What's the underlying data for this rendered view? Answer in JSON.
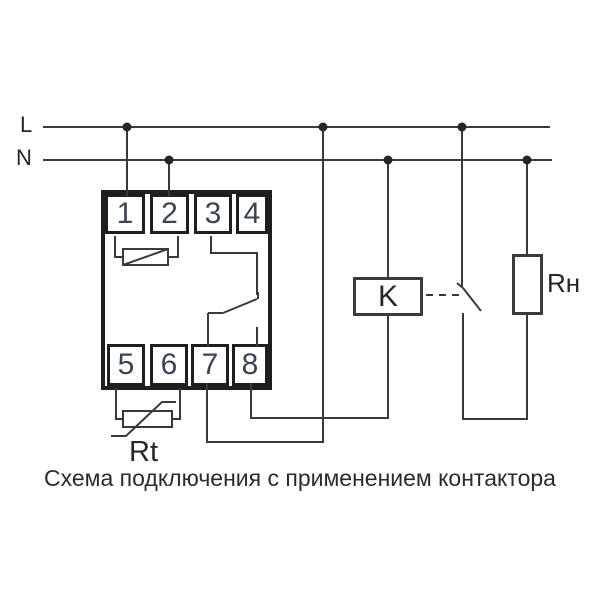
{
  "caption": "Схема подключения с применением контактора",
  "power_lines": {
    "l_label": "L",
    "n_label": "N"
  },
  "device": {
    "top_terminals": [
      "1",
      "2",
      "3",
      "4"
    ],
    "bottom_terminals": [
      "5",
      "6",
      "7",
      "8"
    ]
  },
  "components": {
    "contactor_coil": "K",
    "load_resistor": "Rн",
    "temperature_sensor": "Rt"
  },
  "colors": {
    "wire": "#3a3a3a",
    "device_border": "#1e1e1e",
    "terminal_text": "#3a4454",
    "label_text": "#23262b"
  }
}
